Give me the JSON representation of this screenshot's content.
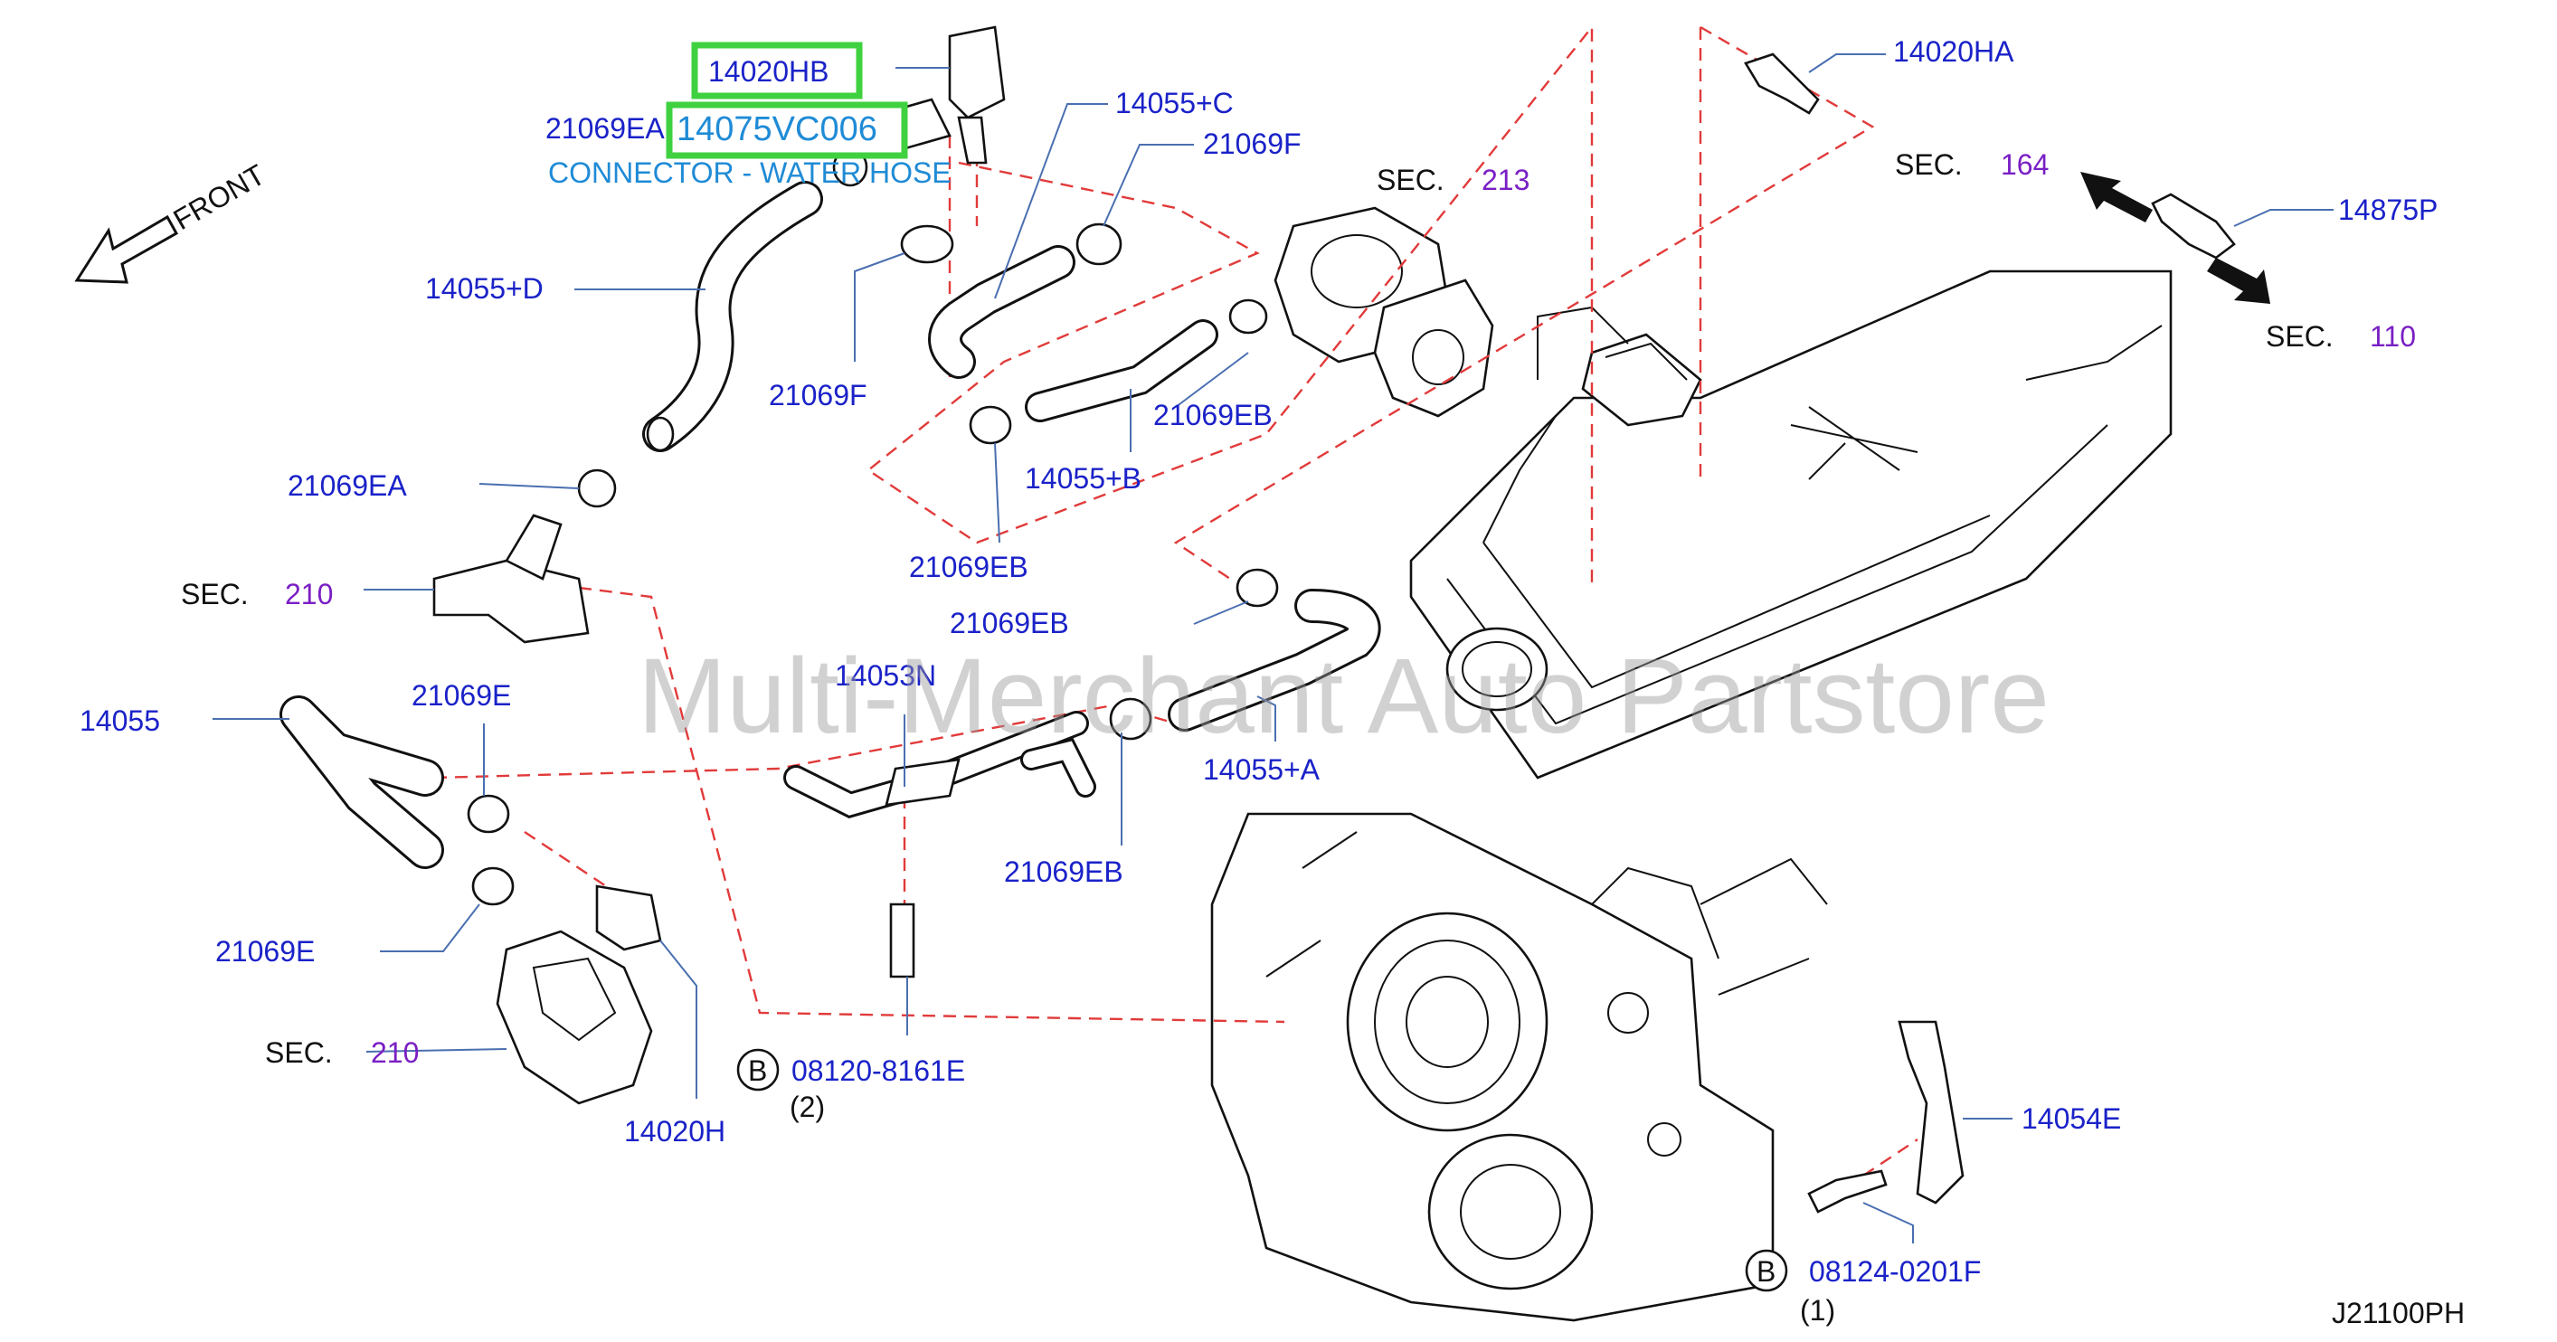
{
  "front_label": "FRONT",
  "watermark": "Multi-Merchant Auto Partstore",
  "diagram_code": "J21100PH",
  "highlighted": {
    "part_a": "14020HB",
    "part_b": "14075VC006",
    "part_b_name": "CONNECTOR - WATER HOSE"
  },
  "labels": {
    "p14020HA": "14020HA",
    "p14055C": "14055+C",
    "p21069F_top": "21069F",
    "p21069EA_top": "21069EA",
    "p14055D": "14055+D",
    "p21069F_mid": "21069F",
    "p21069EB_1": "21069EB",
    "p14055B": "14055+B",
    "p21069EB_2": "21069EB",
    "p21069EA": "21069EA",
    "p21069EB_3": "21069EB",
    "p14053N": "14053N",
    "p14055": "14055",
    "p21069E_top": "21069E",
    "p21069E_bot": "21069E",
    "p14055A": "14055+A",
    "p21069EB_4": "21069EB",
    "p14020H": "14020H",
    "p14875P": "14875P",
    "p14054E": "14054E"
  },
  "sections": {
    "sec_word": "SEC.",
    "s213": "213",
    "s164": "164",
    "s110": "110",
    "s210_top": "210",
    "s210_bot": "210"
  },
  "bolts": {
    "b1_letter": "B",
    "b1_part": "08120-8161E",
    "b1_qty": "(2)",
    "b2_letter": "B",
    "b2_part": "08124-0201F",
    "b2_qty": "(1)"
  }
}
